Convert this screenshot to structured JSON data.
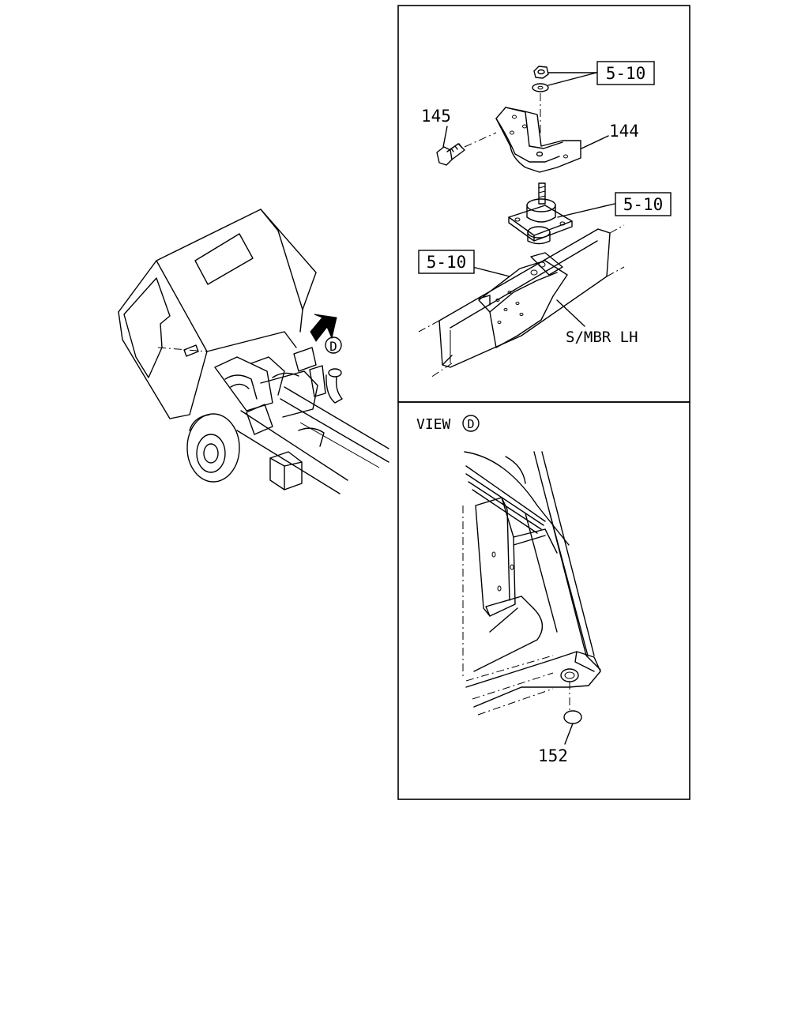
{
  "labels": {
    "part_145": "145",
    "part_144": "144",
    "ref_top": "5-10",
    "ref_mid": "5-10",
    "ref_left": "5-10",
    "side_member": "S/MBR LH",
    "view_word": "VIEW",
    "view_letter": "D",
    "direction_letter": "D",
    "part_152": "152"
  }
}
